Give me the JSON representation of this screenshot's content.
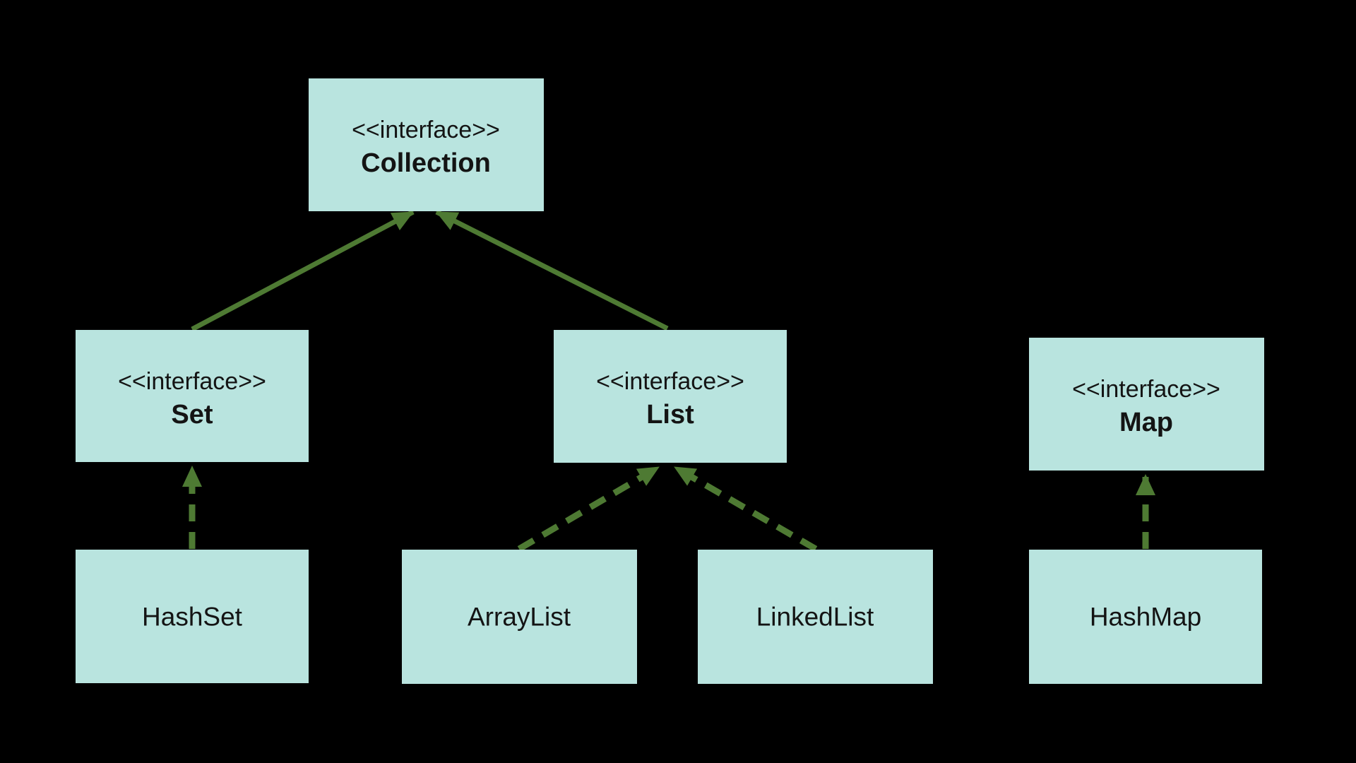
{
  "diagram": {
    "type": "uml-class-diagram",
    "colors": {
      "background": "#000000",
      "node_fill": "#b9e4df",
      "edge_color": "#4e7a33",
      "text_color": "#141414"
    },
    "nodes": {
      "collection": {
        "stereotype": "<<interface>>",
        "name": "Collection"
      },
      "set": {
        "stereotype": "<<interface>>",
        "name": "Set"
      },
      "list": {
        "stereotype": "<<interface>>",
        "name": "List"
      },
      "map": {
        "stereotype": "<<interface>>",
        "name": "Map"
      },
      "hashset": {
        "name": "HashSet"
      },
      "arraylist": {
        "name": "ArrayList"
      },
      "linkedlist": {
        "name": "LinkedList"
      },
      "hashmap": {
        "name": "HashMap"
      }
    },
    "edges": [
      {
        "from": "Set",
        "to": "Collection",
        "style": "solid"
      },
      {
        "from": "List",
        "to": "Collection",
        "style": "solid"
      },
      {
        "from": "HashSet",
        "to": "Set",
        "style": "dashed"
      },
      {
        "from": "ArrayList",
        "to": "List",
        "style": "dashed"
      },
      {
        "from": "LinkedList",
        "to": "List",
        "style": "dashed"
      },
      {
        "from": "HashMap",
        "to": "Map",
        "style": "dashed"
      }
    ]
  }
}
